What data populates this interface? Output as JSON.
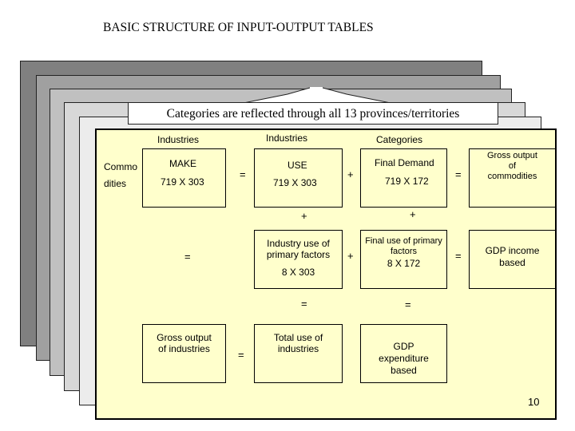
{
  "title": "BASIC STRUCTURE OF INPUT-OUTPUT TABLES",
  "banner": "Categories are reflected through all 13 provinces/territories",
  "headers": {
    "industries_1": "Industries",
    "industries_2": "Industries",
    "categories": "Categories"
  },
  "row_label": {
    "line1": "Commo",
    "line2": "dities"
  },
  "make": {
    "name": "MAKE",
    "dims": "719 X 303"
  },
  "use": {
    "name": "USE",
    "dims": "719 X 303"
  },
  "final_demand": {
    "name": "Final Demand",
    "dims": "719 X 172"
  },
  "gross_output_commodities": {
    "line1": "Gross output",
    "line2": "of",
    "line3": "commodities"
  },
  "industry_primary": {
    "line1": "Industry use of",
    "line2": "primary factors",
    "dims": "8 X 303"
  },
  "final_primary": {
    "line1": "Final use of primary",
    "line2": "factors",
    "dims": "8 X 172"
  },
  "gdp_income": {
    "line1": "GDP income",
    "line2": "based"
  },
  "gross_output_industries": {
    "line1": "Gross output",
    "line2": "of industries"
  },
  "total_use": {
    "line1": "Total use of",
    "line2": "industries"
  },
  "gdp_expenditure": {
    "line1": "GDP",
    "line2": "expenditure",
    "line3": "based"
  },
  "ops": {
    "plus": "+",
    "equals": "="
  },
  "page_number": "10",
  "colors": {
    "panel": "#ffffcc",
    "layer_darkest": "#808080",
    "layer_dark": "#a0a0a0",
    "layer_mid": "#c0c0c0",
    "layer_light": "#d8d8d8",
    "layer_lightest": "#ececec"
  }
}
